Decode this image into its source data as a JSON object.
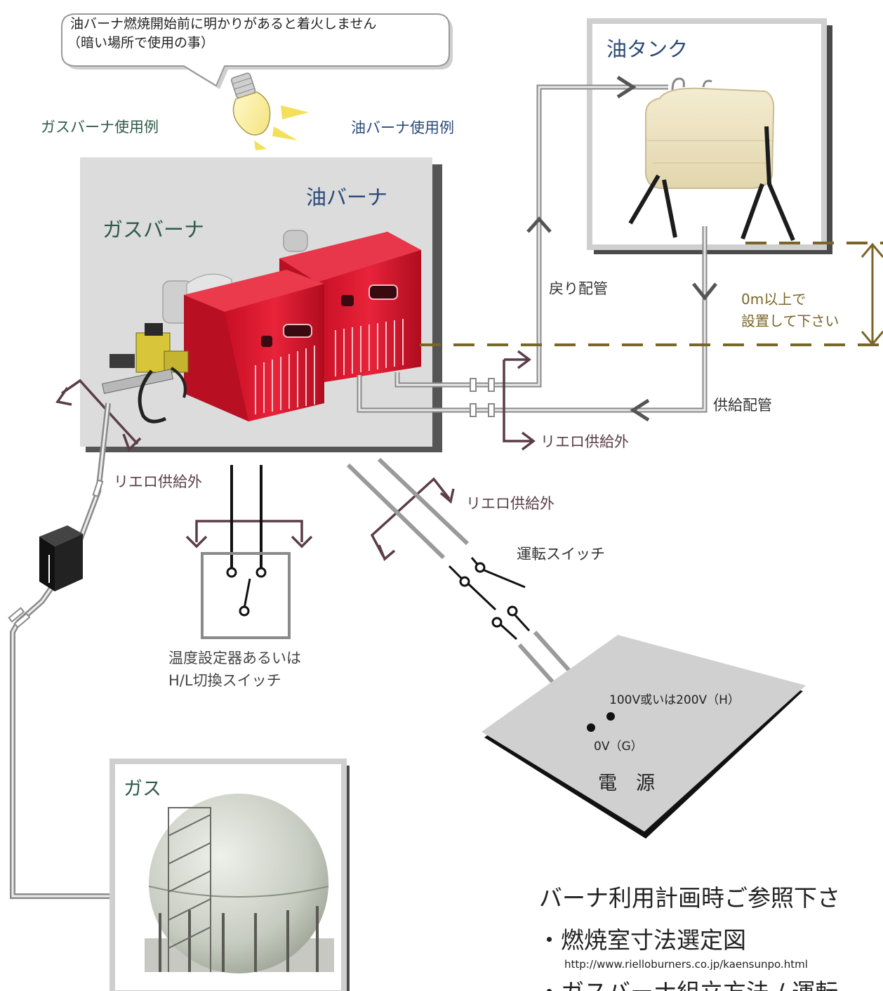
{
  "bubble": {
    "line1": "油バーナ燃焼開始前に明かりがあると着火しません",
    "line2": "（暗い場所で使用の事）"
  },
  "labels": {
    "gas_burner_example": "ガスバーナ使用例",
    "oil_burner_example": "油バーナ使用例",
    "gas_burner": "ガスバーナ",
    "oil_burner": "油バーナ",
    "oil_tank": "油タンク",
    "return_pipe": "戻り配管",
    "supply_pipe": "供給配管",
    "height_note_1": "0m以上で",
    "height_note_2": "設置して下さい",
    "riello_not_supplied": "リエロ供給外",
    "run_switch": "運転スイッチ",
    "thermostat_1": "温度設定器あるいは",
    "thermostat_2": "H/L切換スイッチ",
    "voltage_h": "100V或いは200V（H）",
    "voltage_g": "0V（G）",
    "power_source": "電　源",
    "gas": "ガス"
  },
  "reference": {
    "heading": "バーナ利用計画時ご参照下さ",
    "item1": "・燃焼室寸法選定図",
    "item1_url": "http://www.rielloburners.co.jp/kaensunpo.html",
    "item2": "・ガスバーナ組立方法 / 運転"
  },
  "colors": {
    "green_label": "#2f5a4a",
    "blue_label": "#2a4a78",
    "arrow_brown": "#5a3d48",
    "level_line": "#7a6528",
    "burner_red": "#d8152c",
    "pipe_grey": "#9a9a9a"
  }
}
